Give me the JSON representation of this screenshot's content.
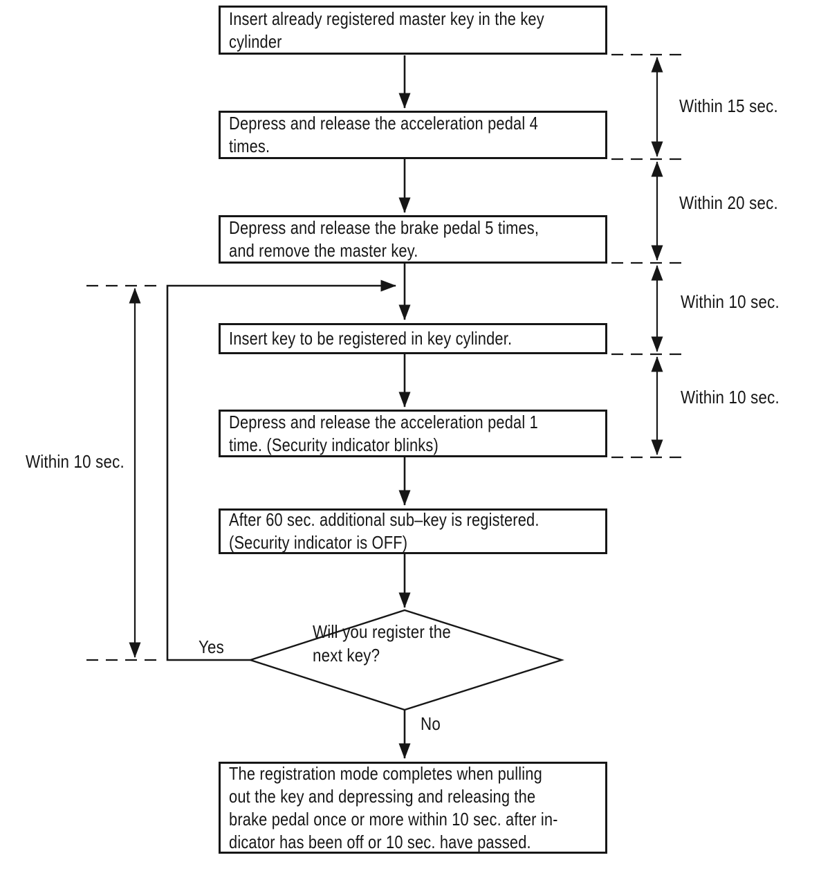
{
  "flowchart": {
    "steps": [
      {
        "text": "Insert already registered master key in the key\ncylinder"
      },
      {
        "text": "Depress and release the acceleration pedal 4\ntimes."
      },
      {
        "text": "Depress and release the brake pedal 5 times,\nand remove the master key."
      },
      {
        "text": "Insert key to be registered in key cylinder."
      },
      {
        "text": "Depress and release the acceleration pedal 1\ntime. (Security indicator blinks)"
      },
      {
        "text": "After 60 sec. additional sub–key is registered.\n(Security indicator is OFF)"
      },
      {
        "text": "The registration mode completes when pulling\nout the key and depressing and releasing the\nbrake pedal once or more within 10 sec. after in-\ndicator has been off or 10 sec. have passed."
      }
    ],
    "decision": {
      "question": "Will you register the\nnext key?",
      "yes_label": "Yes",
      "no_label": "No"
    },
    "timing_right": [
      "Within 15 sec.",
      "Within 20 sec.",
      "Within 10 sec.",
      "Within 10 sec."
    ],
    "timing_left": "Within 10 sec.",
    "colors": {
      "ink": "#161616",
      "background": "#ffffff"
    }
  }
}
